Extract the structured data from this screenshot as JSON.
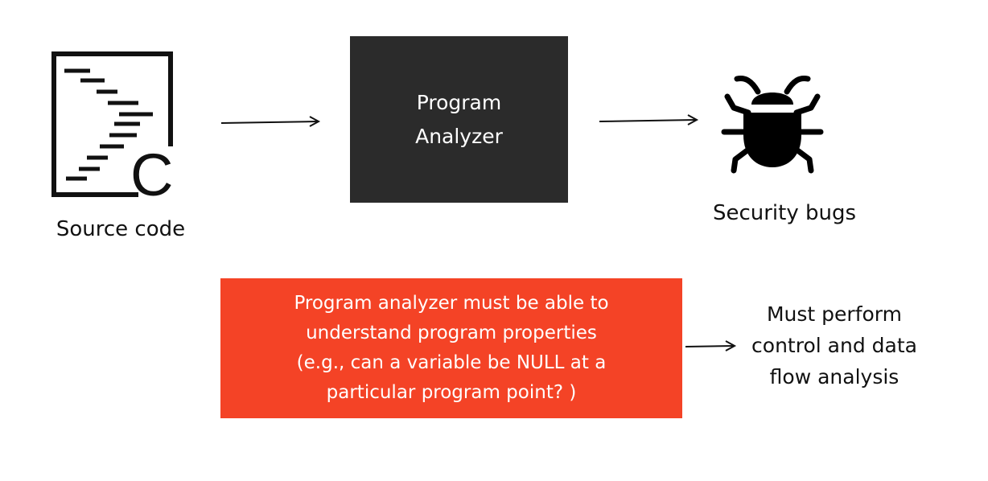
{
  "source": {
    "label": "Source code",
    "icon": "source-code-file-icon",
    "letter": "C"
  },
  "analyzer": {
    "label": "Program\nAnalyzer",
    "bg_color": "#2b2b2b"
  },
  "output": {
    "label": "Security bugs",
    "icon": "bug-icon"
  },
  "requirement": {
    "text": "Program analyzer must be able to\nunderstand program properties\n(e.g., can a variable be NULL at a\nparticular program point? )",
    "bg_color": "#f44326"
  },
  "conclusion": {
    "text": "Must perform\ncontrol and data\nflow analysis"
  }
}
